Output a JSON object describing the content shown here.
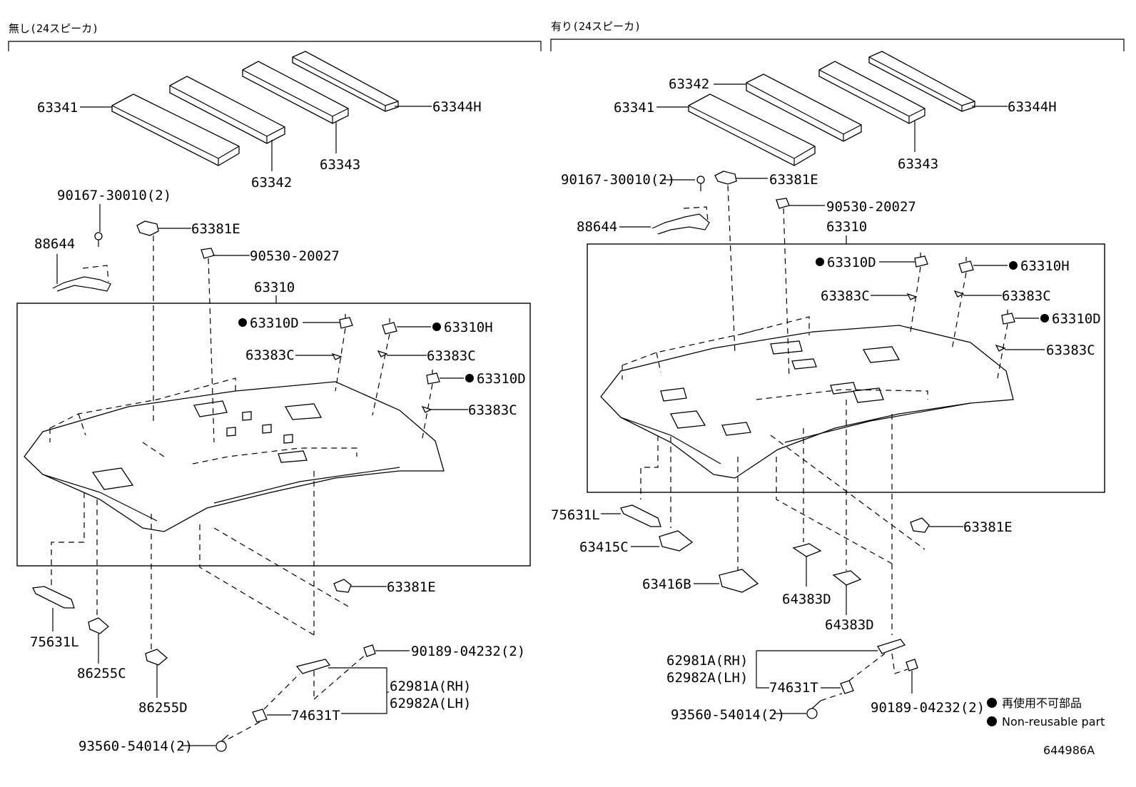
{
  "sections": {
    "left_title": "無し(24スピーカ)",
    "right_title": "有り(24スピーカ)"
  },
  "left_labels": {
    "p63341": "63341",
    "p63342": "63342",
    "p63343": "63343",
    "p63344H": "63344H",
    "p90167": "90167-30010(2)",
    "p63381E_top": "63381E",
    "p88644": "88644",
    "p90530": "90530-20027",
    "p63310": "63310",
    "p63310D_a": "63310D",
    "p63310H": "63310H",
    "p63383C_a": "63383C",
    "p63383C_b": "63383C",
    "p63310D_b": "63310D",
    "p63383C_c": "63383C",
    "p63381E_bot": "63381E",
    "p75631L": "75631L",
    "p86255C": "86255C",
    "p86255D": "86255D",
    "p90189": "90189-04232(2)",
    "p62981A": "62981A(RH)",
    "p62982A": "62982A(LH)",
    "p74631T": "74631T",
    "p93560": "93560-54014(2)"
  },
  "right_labels": {
    "p63342": "63342",
    "p63341": "63341",
    "p63344H": "63344H",
    "p63343": "63343",
    "p90167": "90167-30010(2)",
    "p63381E_top": "63381E",
    "p90530": "90530-20027",
    "p88644": "88644",
    "p63310": "63310",
    "p63310D_a": "63310D",
    "p63310H": "63310H",
    "p63383C_a": "63383C",
    "p63383C_b": "63383C",
    "p63310D_b": "63310D",
    "p63383C_c": "63383C",
    "p75631L": "75631L",
    "p63415C": "63415C",
    "p63416B": "63416B",
    "p63381E_bot": "63381E",
    "p64383D_a": "64383D",
    "p64383D_b": "64383D",
    "p62981A": "62981A(RH)",
    "p62982A": "62982A(LH)",
    "p74631T": "74631T",
    "p93560": "93560-54014(2)",
    "p90189": "90189-04232(2)"
  },
  "legend": {
    "jp": "再使用不可部品",
    "en": "Non-reusable part"
  },
  "figure_code": "644986A"
}
